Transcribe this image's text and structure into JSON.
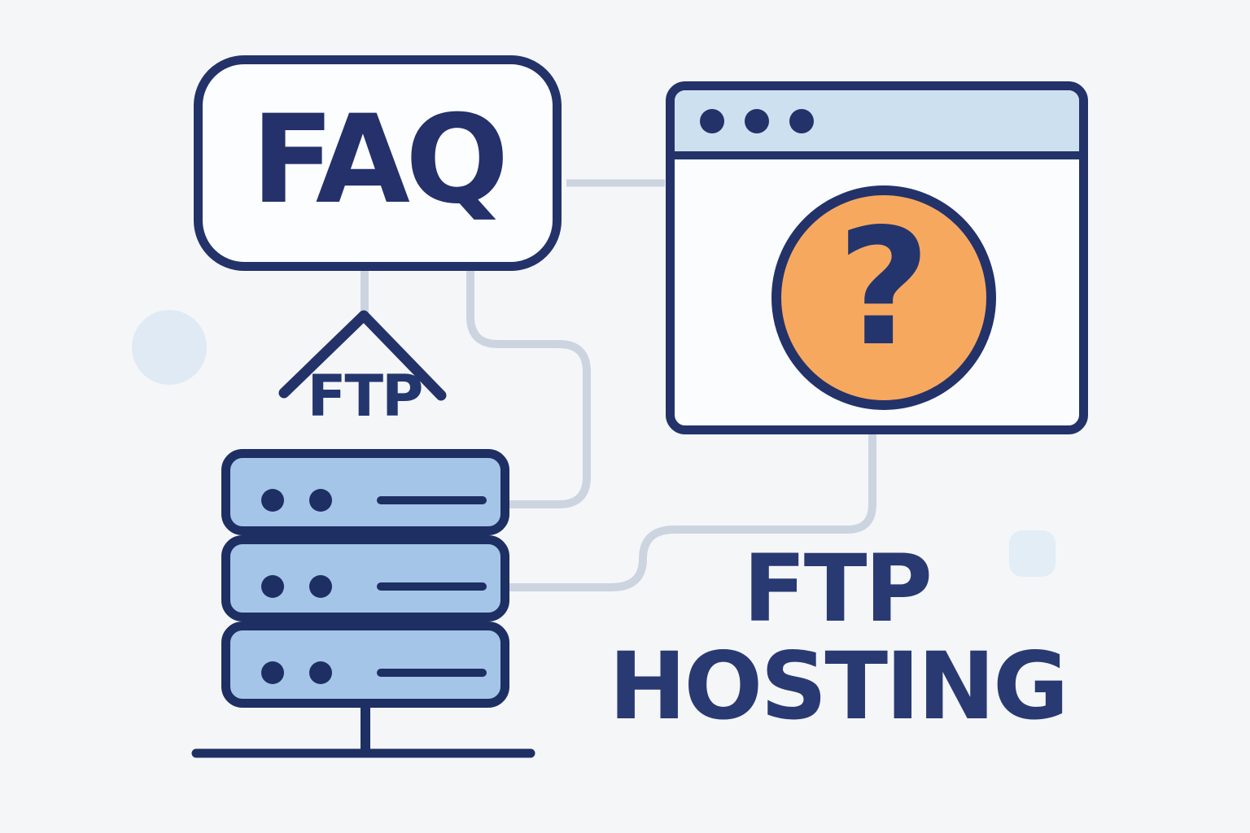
{
  "title": "FTP hosting FAQ illustration",
  "background_color": "#f5f6f8",
  "colors": {
    "navy": "#233269",
    "server_fill": "#a4c5e7",
    "titlebar_fill": "#cde0f0",
    "orange": "#f7a85f",
    "connector_gray": "#ccd4e0",
    "panel_fill": "#fcfdfe",
    "decoration_blue": "#e0eaf4"
  },
  "faq_bubble": {
    "label": "FAQ"
  },
  "browser_window": {
    "dots_count": 3,
    "question_badge": {
      "glyph": "?"
    }
  },
  "server": {
    "unit_count": 3,
    "upload_label": "FTP"
  },
  "caption": {
    "line1": "FTP",
    "line2": "HOSTING"
  }
}
